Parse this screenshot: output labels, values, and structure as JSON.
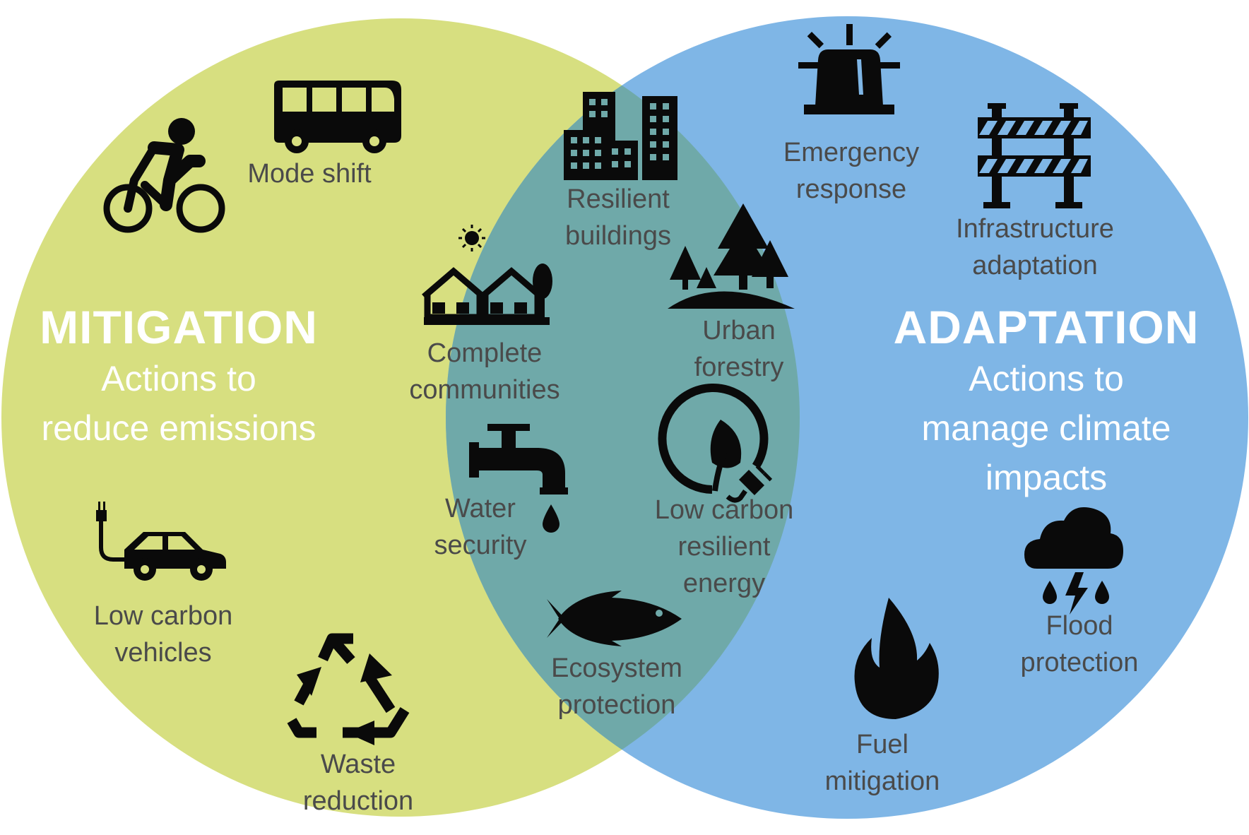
{
  "colors": {
    "mitigation_circle": "#d7df80",
    "adaptation_circle": "#7fb6e6",
    "overlap": "#6fa9a9",
    "icon": "#0a0a0a",
    "label_text": "#4a4a4a",
    "heading_text": "#ffffff"
  },
  "mitigation": {
    "title": "MITIGATION",
    "subtitle_line1": "Actions to",
    "subtitle_line2": "reduce emissions",
    "items": [
      {
        "icon": "bus-icon",
        "line1": "Mode shift",
        "line2": ""
      },
      {
        "icon": "bicycle-icon",
        "line1": "",
        "line2": ""
      },
      {
        "icon": "electric-car-icon",
        "line1": "Low carbon",
        "line2": "vehicles"
      },
      {
        "icon": "recycle-icon",
        "line1": "Waste",
        "line2": "reduction"
      }
    ]
  },
  "shared": {
    "items": [
      {
        "icon": "buildings-icon",
        "line1": "Resilient",
        "line2": "buildings"
      },
      {
        "icon": "houses-icon",
        "line1": "Complete",
        "line2": "communities"
      },
      {
        "icon": "trees-icon",
        "line1": "Urban",
        "line2": "forestry"
      },
      {
        "icon": "faucet-icon",
        "line1": "Water",
        "line2": "security"
      },
      {
        "icon": "leaf-plug-icon",
        "line1": "Low carbon",
        "line2": "resilient",
        "line3": "energy"
      },
      {
        "icon": "fish-icon",
        "line1": "Ecosystem",
        "line2": "protection"
      }
    ]
  },
  "adaptation": {
    "title": "ADAPTATION",
    "subtitle_line1": "Actions to",
    "subtitle_line2": "manage climate",
    "subtitle_line3": "impacts",
    "items": [
      {
        "icon": "siren-icon",
        "line1": "Emergency",
        "line2": "response"
      },
      {
        "icon": "barricade-icon",
        "line1": "Infrastructure",
        "line2": "adaptation"
      },
      {
        "icon": "storm-cloud-icon",
        "line1": "Flood",
        "line2": "protection"
      },
      {
        "icon": "fire-icon",
        "line1": "Fuel",
        "line2": "mitigation"
      }
    ]
  }
}
